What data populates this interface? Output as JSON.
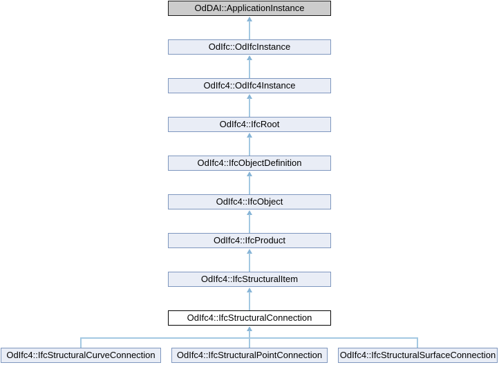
{
  "diagram": {
    "kind": "class-inheritance-graph",
    "colors": {
      "background": "#ffffff",
      "text": "#000000",
      "node_fill": "#e9edf6",
      "node_border": "#7e96be",
      "external_fill": "#cccccc",
      "external_border": "#1a1a1a",
      "current_fill": "#ffffff",
      "current_border": "#000000",
      "edge": "#a3c8e2",
      "arrow": "#86b4d6"
    },
    "chain": [
      {
        "label": "OdDAI::ApplicationInstance",
        "style": "external"
      },
      {
        "label": "OdIfc::OdIfcInstance",
        "style": "normal"
      },
      {
        "label": "OdIfc4::OdIfc4Instance",
        "style": "normal"
      },
      {
        "label": "OdIfc4::IfcRoot",
        "style": "normal"
      },
      {
        "label": "OdIfc4::IfcObjectDefinition",
        "style": "normal"
      },
      {
        "label": "OdIfc4::IfcObject",
        "style": "normal"
      },
      {
        "label": "OdIfc4::IfcProduct",
        "style": "normal"
      },
      {
        "label": "OdIfc4::IfcStructuralItem",
        "style": "normal"
      },
      {
        "label": "OdIfc4::IfcStructuralConnection",
        "style": "current"
      }
    ],
    "children": [
      {
        "label": "OdIfc4::IfcStructuralCurveConnection",
        "style": "normal"
      },
      {
        "label": "OdIfc4::IfcStructuralPointConnection",
        "style": "normal"
      },
      {
        "label": "OdIfc4::IfcStructuralSurfaceConnection",
        "style": "normal"
      }
    ]
  }
}
